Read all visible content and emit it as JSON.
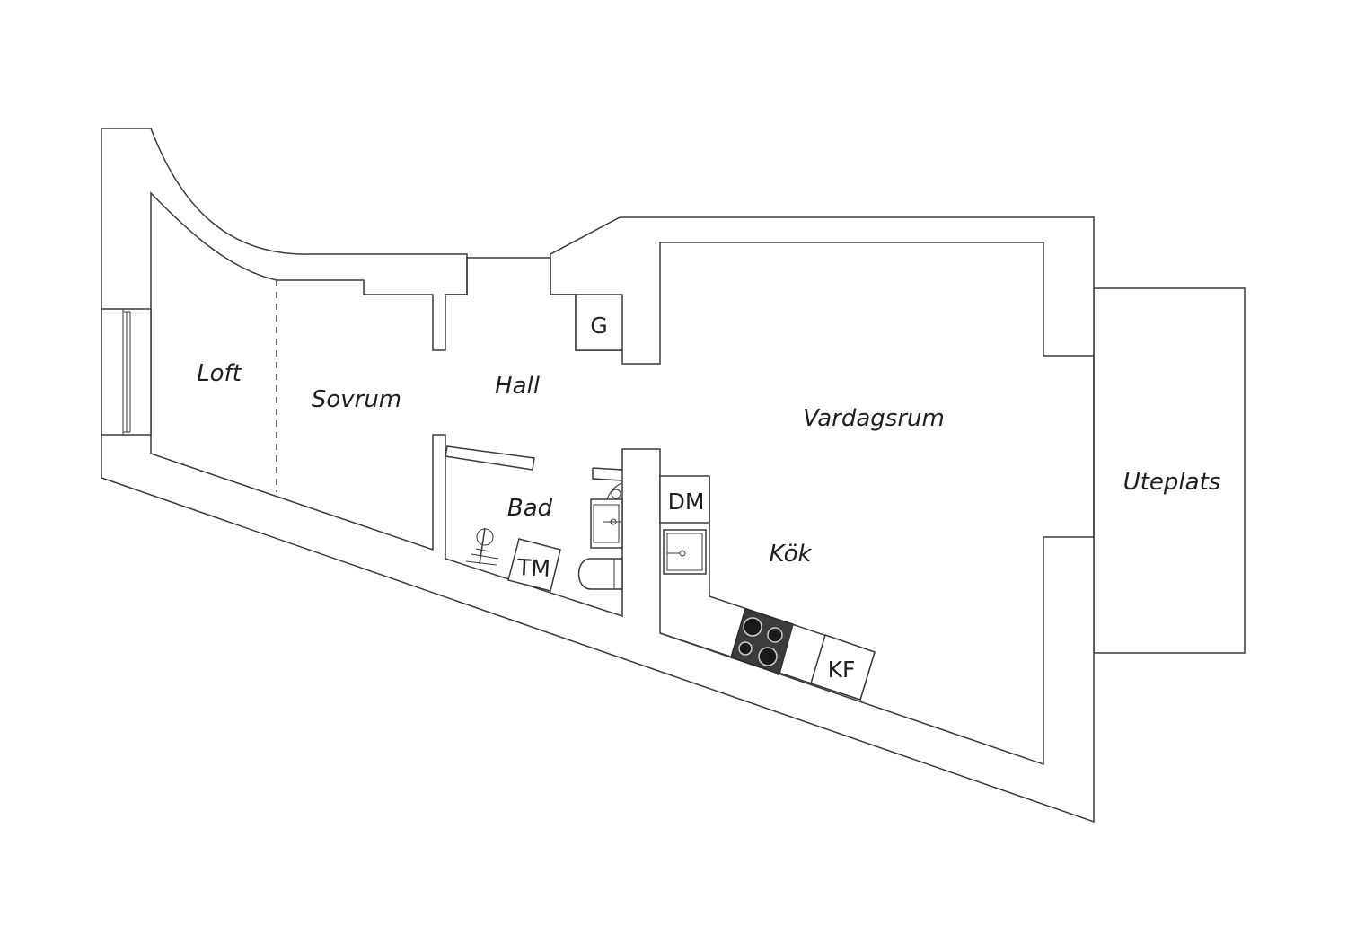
{
  "rooms": {
    "loft": "Loft",
    "sovrum": "Sovrum",
    "hall": "Hall",
    "bad": "Bad",
    "vardagsrum": "Vardagsrum",
    "kok": "Kök",
    "uteplats": "Uteplats"
  },
  "fixtures": {
    "garderob": "G",
    "diskmaskin": "DM",
    "tvattmaskin": "TM",
    "kylfrys": "KF"
  },
  "colors": {
    "wall_stroke": "#3a3a3a",
    "background": "#ffffff",
    "stove": "#3c3c3c"
  }
}
